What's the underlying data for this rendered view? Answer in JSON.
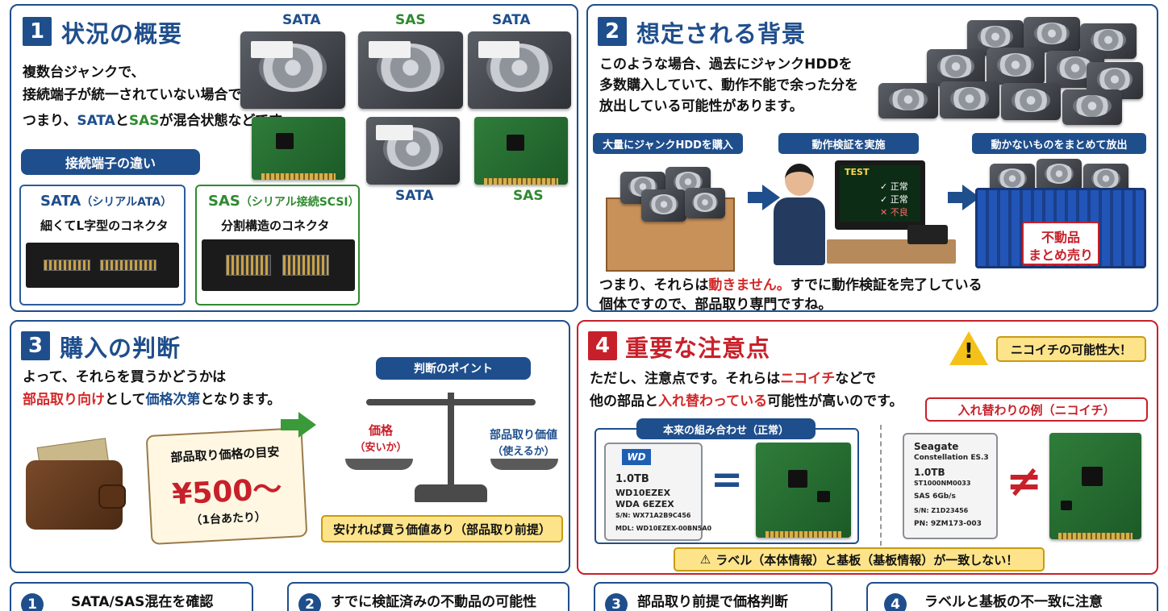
{
  "panel1": {
    "num": "1",
    "title": "状況の概要",
    "lines": [
      "複数台ジャンクで、",
      "接続端子が統一されていない場合です。"
    ],
    "line3_prefix": "つまり、",
    "line3_sata": "SATA",
    "line3_and": "と",
    "line3_sas": "SAS",
    "line3_suffix": "が混合状態などです。",
    "pill": "接続端子の違い",
    "sata_card": {
      "title": "SATA",
      "sub": "（シリアルATA）",
      "desc": "細くてL字型のコネクタ"
    },
    "sas_card": {
      "title": "SAS",
      "sub": "（シリアル接続SCSI）",
      "desc": "分割構造のコネクタ"
    },
    "hdd_tags": {
      "top1": "SATA",
      "top2": "SAS",
      "top3": "SATA",
      "bot1": "SATA",
      "bot2": "SAS"
    }
  },
  "panel2": {
    "num": "2",
    "title": "想定される背景",
    "lines": [
      "このような場合、過去にジャンクHDDを",
      "多数購入していて、動作不能で余った分を",
      "放出している可能性があります。"
    ],
    "steps": [
      "大量にジャンクHDDを購入",
      "動作検証を実施",
      "動かないものをまとめて放出"
    ],
    "monitor": {
      "title": "TEST",
      "rows": [
        "✓ 正常",
        "✓ 正常",
        "✕ 不良"
      ]
    },
    "crate_label": [
      "不動品",
      "まとめ売り"
    ],
    "bottom_prefix": "つまり、それらは",
    "bottom_red": "動きません。",
    "bottom_suffix": "すでに動作検証を完了している",
    "bottom_line2": "個体ですので、部品取り専門ですね。"
  },
  "panel3": {
    "num": "3",
    "title": "購入の判断",
    "line1": "よって、それらを買うかどうかは",
    "line2_red": "部品取り向け",
    "line2_mid": "として",
    "line2_blue": "価格次第",
    "line2_suffix": "となります。",
    "price_tag": {
      "title": "部品取り価格の目安",
      "price": "¥500〜",
      "unit": "（1台あたり）"
    },
    "pill": "判断のポイント",
    "left_pan": {
      "title": "価格",
      "sub": "（安いか）"
    },
    "right_pan": {
      "title": "部品取り価値",
      "sub": "（使えるか）"
    },
    "bar": "安ければ買う価値あり（部品取り前提）"
  },
  "panel4": {
    "num": "4",
    "title": "重要な注意点",
    "badge": "ニコイチの可能性大！",
    "line1_prefix": "ただし、注意点です。それらは",
    "line1_red": "ニコイチ",
    "line1_suffix": "などで",
    "line2_prefix": "他の部品と",
    "line2_red": "入れ替わっている",
    "line2_suffix": "可能性が高いのです。",
    "normal_pill": "本来の組み合わせ（正常）",
    "swap_pill": "入れ替わりの例（ニコイチ）",
    "wd_label": {
      "brand": "WD",
      "cap": "1.0TB",
      "l1": "WD10EZEX",
      "l2": "WDA 6EZEX",
      "l3": "S/N: WX71A2B9C456",
      "l4": "MDL: WD10EZEX-00BN5A0"
    },
    "seagate_label": {
      "brand": "Seagate",
      "model": "Constellation ES.3",
      "cap": "1.0TB",
      "l1": "ST1000NM0033",
      "l2": "SAS 6Gb/s",
      "l3": "S/N: Z1D23456",
      "l4": "PN: 9ZM173-003"
    },
    "equal": "=",
    "notequal": "≠",
    "warning": "ラベル（本体情報）と基板（基板情報）が一致しない！"
  },
  "bottom": [
    {
      "num": "1",
      "text": "SATA/SAS混在を確認"
    },
    {
      "num": "2",
      "text": "すでに検証済みの不動品の可能性"
    },
    {
      "num": "3",
      "text": "部品取り前提で価格判断"
    },
    {
      "num": "4",
      "text": "ラベルと基板の不一致に注意"
    }
  ],
  "colors": {
    "blue": "#1f4e8c",
    "red": "#c8202a",
    "green": "#2f8a2f",
    "yellow": "#fde48a"
  }
}
